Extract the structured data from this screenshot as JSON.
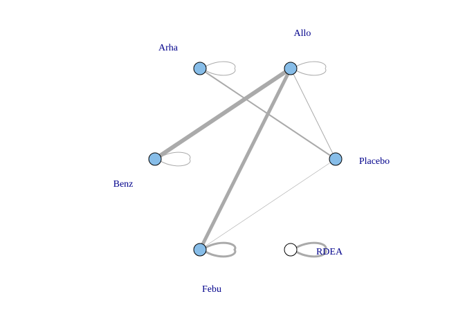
{
  "colors": {
    "edge": "#aaaaaa",
    "loop": "#aaaaaa",
    "node_fill": "#87bde8",
    "node_fill_empty": "#ffffff",
    "node_stroke": "#000000",
    "label": "#00008b"
  },
  "nodes": [
    {
      "id": "arha",
      "label": "Arha",
      "filled": true
    },
    {
      "id": "allo",
      "label": "Allo",
      "filled": true
    },
    {
      "id": "benz",
      "label": "Benz",
      "filled": true
    },
    {
      "id": "placebo",
      "label": "Placebo",
      "filled": true
    },
    {
      "id": "febu",
      "label": "Febu",
      "filled": true
    },
    {
      "id": "rdea",
      "label": "RDEA",
      "filled": false
    }
  ],
  "edges": [
    {
      "from": "allo",
      "to": "benz",
      "weight": 6
    },
    {
      "from": "allo",
      "to": "febu",
      "weight": 5
    },
    {
      "from": "arha",
      "to": "placebo",
      "weight": 2
    },
    {
      "from": "allo",
      "to": "placebo",
      "weight": 1
    },
    {
      "from": "febu",
      "to": "placebo",
      "weight": 0.6
    }
  ],
  "loops": [
    {
      "node": "arha",
      "weight": 1
    },
    {
      "node": "allo",
      "weight": 1
    },
    {
      "node": "benz",
      "weight": 1
    },
    {
      "node": "febu",
      "weight": 3
    },
    {
      "node": "rdea",
      "weight": 3
    }
  ]
}
